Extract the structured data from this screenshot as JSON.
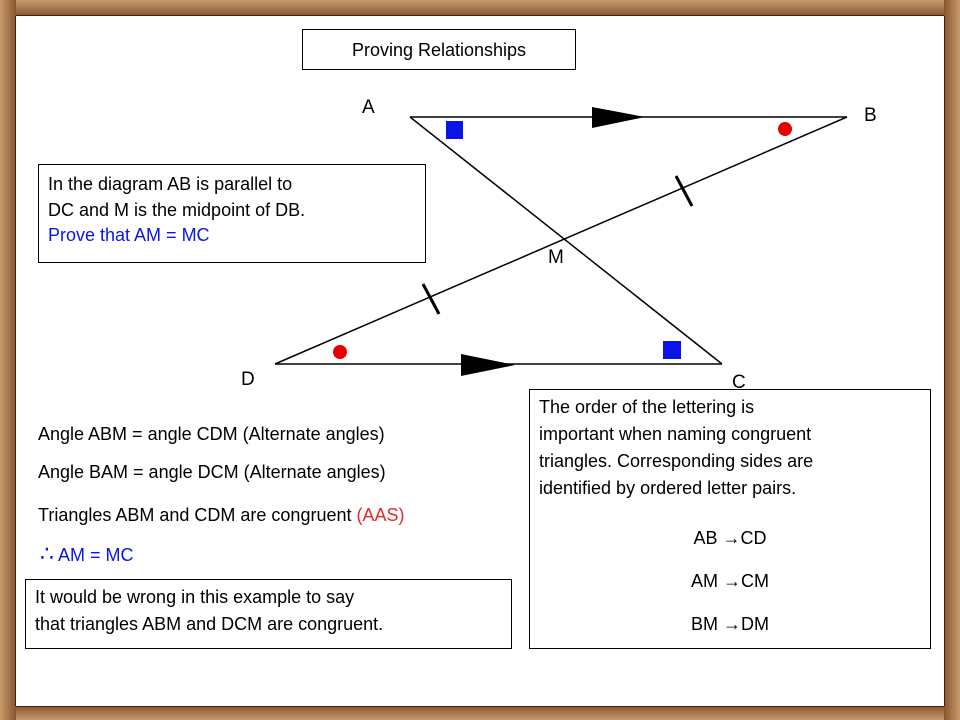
{
  "title": "Proving Relationships",
  "vertices": {
    "a": "A",
    "b": "B",
    "c": "C",
    "d": "D",
    "m": "M"
  },
  "problem": {
    "line1": "In the diagram AB is parallel to",
    "line2": "DC and M is the midpoint of DB.",
    "line3": "Prove that AM = MC"
  },
  "proof": {
    "step1": "Angle ABM = angle CDM (Alternate angles)",
    "step2": "Angle BAM = angle DCM (Alternate angles)",
    "step3": "Triangles ABM and CDM are congruent",
    "step3_reason": "(AAS)",
    "conclusion_symbol": "∴",
    "conclusion": "AM = MC"
  },
  "warning": {
    "line1": "It would be wrong in this example to say",
    "line2": "that triangles ABM and DCM are congruent."
  },
  "note": {
    "line1": "The order of the lettering is",
    "line2": "important when naming congruent",
    "line3": "triangles. Corresponding sides are",
    "line4": "identified by ordered letter pairs.",
    "pairs": [
      {
        "from": "AB",
        "arrow": "→",
        "to": "CD"
      },
      {
        "from": "AM",
        "arrow": "→",
        "to": "CM"
      },
      {
        "from": "BM",
        "arrow": "→",
        "to": "DM"
      }
    ]
  },
  "colors": {
    "frame": "#a36b3f",
    "angle_square": "#0a14e6",
    "angle_dot": "#e60000",
    "highlight_text": "#0a14e6",
    "reason_text": "#e62828"
  }
}
